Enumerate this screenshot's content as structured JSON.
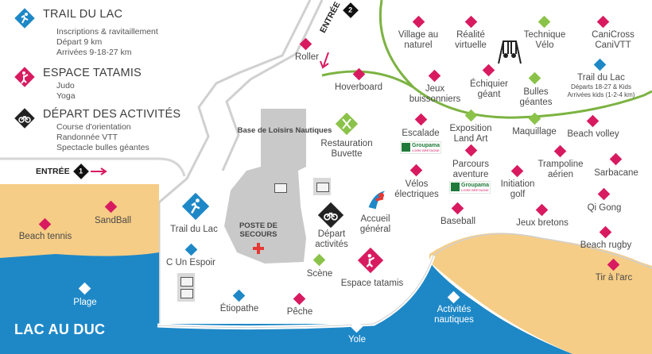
{
  "legend": {
    "trail": {
      "title": "TRAIL DU LAC",
      "lines": [
        "Inscriptions & ravitaillement",
        "Départ 9 km",
        "Arrivées 9-18-27 km"
      ]
    },
    "tatamis": {
      "title": "ESPACE TATAMIS",
      "lines": [
        "Judo",
        "Yoga"
      ]
    },
    "activites": {
      "title": "DÉPART DES ACTIVITÉS",
      "lines": [
        "Course d'orientation",
        "Randonnée VTT",
        "Spectacle bulles géantes"
      ]
    }
  },
  "entrances": {
    "entree1": "ENTRÉE",
    "entree1_num": "1",
    "entree2": "ENTRÉE",
    "entree2_num": "2"
  },
  "lake_name": "LAC AU DUC",
  "buildings": {
    "base_loisirs": "Base de Loisirs Nautiques",
    "poste_secours": "POSTE DE SECOURS"
  },
  "places": {
    "roller": "Roller",
    "hoverboard": "Hoverboard",
    "village": "Village au naturel",
    "realite": "Réalité virtuelle",
    "technique_velo": "Technique Vélo",
    "canicross": "CaniCross CaniVTT",
    "trail_du_lac_top": "Trail du Lac",
    "trail_top_sub": "Départs 18-27 & Kids Arrivées kids (1-2-4 km)",
    "jeux_buissonniers": "Jeux buissonniers",
    "echiquier": "Échiquier géant",
    "bulles": "Bulles géantes",
    "escalade": "Escalade",
    "exposition": "Exposition Land Art",
    "maquillage": "Maquillage",
    "beach_volley": "Beach volley",
    "restauration": "Restauration Buvette",
    "parcours": "Parcours aventure",
    "trampoline": "Trampoline aérien",
    "sarbacane": "Sarbacane",
    "velos": "Vélos électriques",
    "initiation_golf": "Initiation golf",
    "qi_gong": "Qi Gong",
    "accueil": "Accueil général",
    "baseball": "Baseball",
    "jeux_bretons": "Jeux bretons",
    "beach_rugby": "Beach rugby",
    "trail_du_lac": "Trail du Lac",
    "depart_activites": "Départ activités",
    "sandball": "SandBall",
    "beach_tennis": "Beach tennis",
    "c_un_espoir": "C Un Espoir",
    "scene": "Scène",
    "espace_tatamis": "Espace tatamis",
    "plage": "Plage",
    "etiopathe": "Étiopathe",
    "peche": "Pêche",
    "activites_nautiques": "Activités nautiques",
    "yole": "Yole",
    "tir_arc": "Tir à l'arc"
  },
  "sponsor": {
    "name": "Groupama",
    "tagline": "LOIRE BRETAGNE"
  },
  "colors": {
    "lake": "#1e88c7",
    "sand": "#f6cd86",
    "ground": "#ffffff",
    "path": "#d6d6d6",
    "building": "#c9c9c9",
    "green_trail": "#7cb342",
    "pink": "#d81b60",
    "green": "#8bc34a",
    "blue": "#1e88c7",
    "black": "#222222"
  },
  "icons": {
    "trail": "runner-icon",
    "tatamis": "martial-arts-icon",
    "activites": "bicycle-icon",
    "restauration": "fork-knife-icon",
    "accueil": "welcome-person-icon",
    "first_aid": "red-cross-icon",
    "toilets": "toilet-icon",
    "playground": "swing-icon"
  }
}
